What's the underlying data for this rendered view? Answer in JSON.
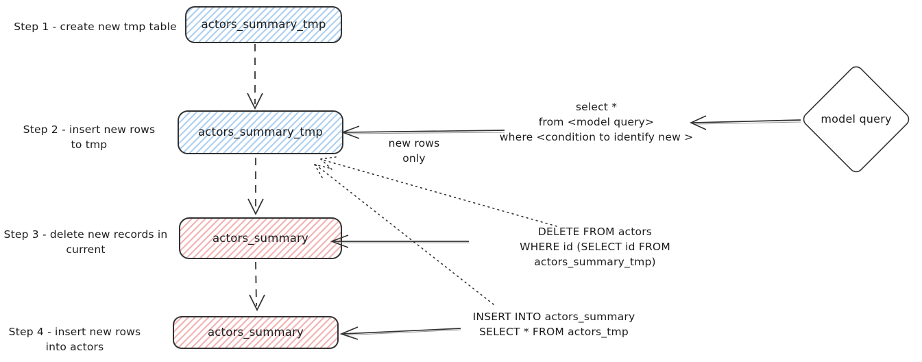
{
  "diagram": {
    "steps": [
      {
        "label": "Step 1 - create new tmp table",
        "box": "actors_summary_tmp",
        "box_color": "blue"
      },
      {
        "label": "Step 2 - insert new rows\nto tmp",
        "box": "actors_summary_tmp",
        "box_color": "blue"
      },
      {
        "label": "Step 3 - delete new records in\ncurrent",
        "box": "actors_summary",
        "box_color": "red"
      },
      {
        "label": "Step 4 - insert new rows\ninto actors",
        "box": "actors_summary",
        "box_color": "red"
      }
    ],
    "nodes": {
      "model_query": "model query"
    },
    "annotations": {
      "select_query": "select *\nfrom <model query>\nwhere <condition to identify new >",
      "new_rows_only": "new rows only",
      "delete_sql": "DELETE FROM actors\nWHERE id (SELECT id FROM actors_summary_tmp)",
      "insert_sql": "INSERT INTO actors_summary\nSELECT * FROM actors_tmp"
    },
    "colors": {
      "stroke": "#333333",
      "blue_hatch": "#a9cdf0",
      "red_hatch": "#f2aeae",
      "text": "#1c1c1c",
      "background": "#ffffff"
    }
  }
}
